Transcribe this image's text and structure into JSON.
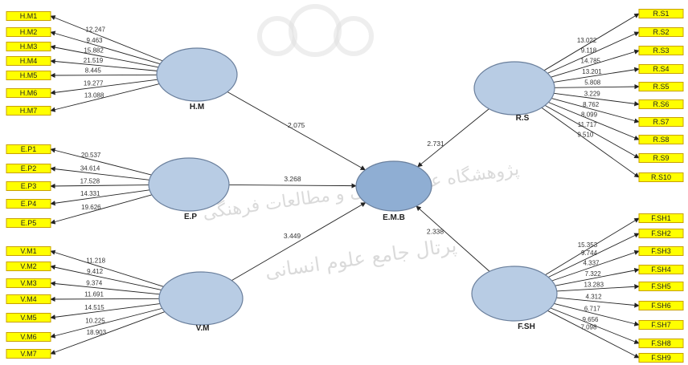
{
  "diagram": {
    "constructs": [
      {
        "id": "HM",
        "label": "H.M"
      },
      {
        "id": "EP",
        "label": "E.P"
      },
      {
        "id": "VM",
        "label": "V.M"
      },
      {
        "id": "EMB",
        "label": "E.M.B"
      },
      {
        "id": "RS",
        "label": "R.S"
      },
      {
        "id": "FSH",
        "label": "F.SH"
      }
    ],
    "indicators": {
      "HM": [
        {
          "label": "H.M1",
          "loading": "12.247"
        },
        {
          "label": "H.M2",
          "loading": "9.463"
        },
        {
          "label": "H.M3",
          "loading": "15.882"
        },
        {
          "label": "H.M4",
          "loading": "21.519"
        },
        {
          "label": "H.M5",
          "loading": "8.445"
        },
        {
          "label": "H.M6",
          "loading": "19.277"
        },
        {
          "label": "H.M7",
          "loading": "13.088"
        }
      ],
      "EP": [
        {
          "label": "E.P1",
          "loading": "20.537"
        },
        {
          "label": "E.P2",
          "loading": "34.614"
        },
        {
          "label": "E.P3",
          "loading": "17.528"
        },
        {
          "label": "E.P4",
          "loading": "14.331"
        },
        {
          "label": "E.P5",
          "loading": "19.626"
        }
      ],
      "VM": [
        {
          "label": "V.M1",
          "loading": "11.218"
        },
        {
          "label": "V.M2",
          "loading": "9.412"
        },
        {
          "label": "V.M3",
          "loading": "9.374"
        },
        {
          "label": "V.M4",
          "loading": "11.691"
        },
        {
          "label": "V.M5",
          "loading": "14.515"
        },
        {
          "label": "V.M6",
          "loading": "10.225"
        },
        {
          "label": "V.M7",
          "loading": "18.903"
        }
      ],
      "RS": [
        {
          "label": "R.S1",
          "loading": "13.022"
        },
        {
          "label": "R.S2",
          "loading": "9.118"
        },
        {
          "label": "R.S3",
          "loading": "14.785"
        },
        {
          "label": "R.S4",
          "loading": "13.201"
        },
        {
          "label": "R.S5",
          "loading": "5.808"
        },
        {
          "label": "R.S6",
          "loading": "3.229"
        },
        {
          "label": "R.S7",
          "loading": "8.762"
        },
        {
          "label": "R.S8",
          "loading": "8.099"
        },
        {
          "label": "R.S9",
          "loading": "11.717"
        },
        {
          "label": "R.S10",
          "loading": "9.510"
        }
      ],
      "FSH": [
        {
          "label": "F.SH1",
          "loading": "15.353"
        },
        {
          "label": "F.SH2",
          "loading": "9.744"
        },
        {
          "label": "F.SH3",
          "loading": "4.337"
        },
        {
          "label": "F.SH4",
          "loading": "7.322"
        },
        {
          "label": "F.SH5",
          "loading": "13.283"
        },
        {
          "label": "F.SH6",
          "loading": "4.312"
        },
        {
          "label": "F.SH7",
          "loading": "6.717"
        },
        {
          "label": "F.SH8",
          "loading": "9.656"
        },
        {
          "label": "F.SH9",
          "loading": "7.098"
        }
      ]
    },
    "paths": [
      {
        "from": "HM",
        "to": "EMB",
        "value": "2.075"
      },
      {
        "from": "EP",
        "to": "EMB",
        "value": "3.268"
      },
      {
        "from": "VM",
        "to": "EMB",
        "value": "3.449"
      },
      {
        "from": "RS",
        "to": "EMB",
        "value": "2.731"
      },
      {
        "from": "FSH",
        "to": "EMB",
        "value": "2.338"
      }
    ],
    "colors": {
      "construct_fill": "#b8cce4",
      "construct_stroke": "#6a7f9c",
      "target_fill": "#8faed3",
      "indicator_fill": "#ffff00"
    },
    "watermark_text": [
      "پژوهشگاه علوم انسانی و مطالعات فرهنگی",
      "پرتال جامع علوم انسانی"
    ]
  }
}
